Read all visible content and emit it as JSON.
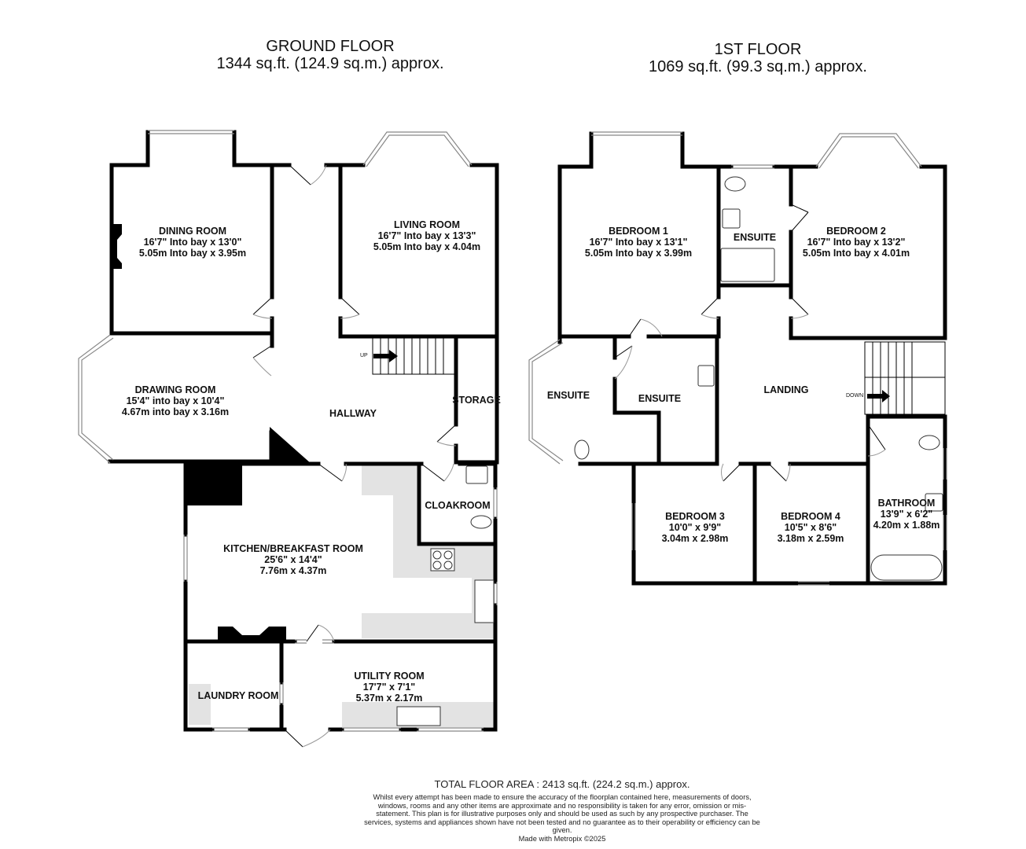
{
  "floors": [
    {
      "name": "GROUND FLOOR",
      "area": "1344 sq.ft. (124.9 sq.m.) approx.",
      "rooms": [
        {
          "name": "DINING ROOM",
          "imperial": "16'7\" Into bay x 13'0\"",
          "metric": "5.05m Into bay x 3.95m"
        },
        {
          "name": "LIVING ROOM",
          "imperial": "16'7\" Into bay x 13'3\"",
          "metric": "5.05m Into bay x 4.04m"
        },
        {
          "name": "DRAWING ROOM",
          "imperial": "15'4\" into bay x 10'4\"",
          "metric": "4.67m into bay x 3.16m"
        },
        {
          "name": "HALLWAY"
        },
        {
          "name": "STORAGE"
        },
        {
          "name": "CLOAKROOM"
        },
        {
          "name": "KITCHEN/BREAKFAST ROOM",
          "imperial": "25'6\"  x 14'4\"",
          "metric": "7.76m  x 4.37m"
        },
        {
          "name": "UTILITY ROOM",
          "imperial": "17'7\"  x 7'1\"",
          "metric": "5.37m  x 2.17m"
        },
        {
          "name": "LAUNDRY ROOM"
        }
      ],
      "stairs_label": "UP"
    },
    {
      "name": "1ST FLOOR",
      "area": "1069 sq.ft. (99.3 sq.m.) approx.",
      "rooms": [
        {
          "name": "BEDROOM 1",
          "imperial": "16'7\" Into bay x 13'1\"",
          "metric": "5.05m Into bay x 3.99m"
        },
        {
          "name": "ENSUITE"
        },
        {
          "name": "BEDROOM 2",
          "imperial": "16'7\" Into bay x 13'2\"",
          "metric": "5.05m Into bay x 4.01m"
        },
        {
          "name": "ENSUITE"
        },
        {
          "name": "ENSUITE"
        },
        {
          "name": "LANDING"
        },
        {
          "name": "BEDROOM 3",
          "imperial": "10'0\"  x 9'9\"",
          "metric": "3.04m  x 2.98m"
        },
        {
          "name": "BEDROOM 4",
          "imperial": "10'5\"  x 8'6\"",
          "metric": "3.18m  x 2.59m"
        },
        {
          "name": "BATHROOM",
          "imperial": "13'9\"  x 6'2\"",
          "metric": "4.20m  x 1.88m"
        }
      ],
      "stairs_label": "DOWN"
    }
  ],
  "footer": {
    "total": "TOTAL FLOOR AREA : 2413 sq.ft. (224.2 sq.m.) approx.",
    "disclaimer": "Whilst every attempt has been made to ensure the accuracy of the floorplan contained here, measurements of doors, windows, rooms and any other items are approximate and no responsibility is taken for any error, omission or mis-statement. This plan is for illustrative purposes only and should be used as such by any prospective purchaser. The services, systems and appliances shown have not been tested and no guarantee as to their operability or efficiency can be given.",
    "credit": "Made with Metropix ©2025"
  },
  "colors": {
    "wall": "#000000",
    "counter": "#e3e3e3",
    "window": "#bdbdbd"
  }
}
